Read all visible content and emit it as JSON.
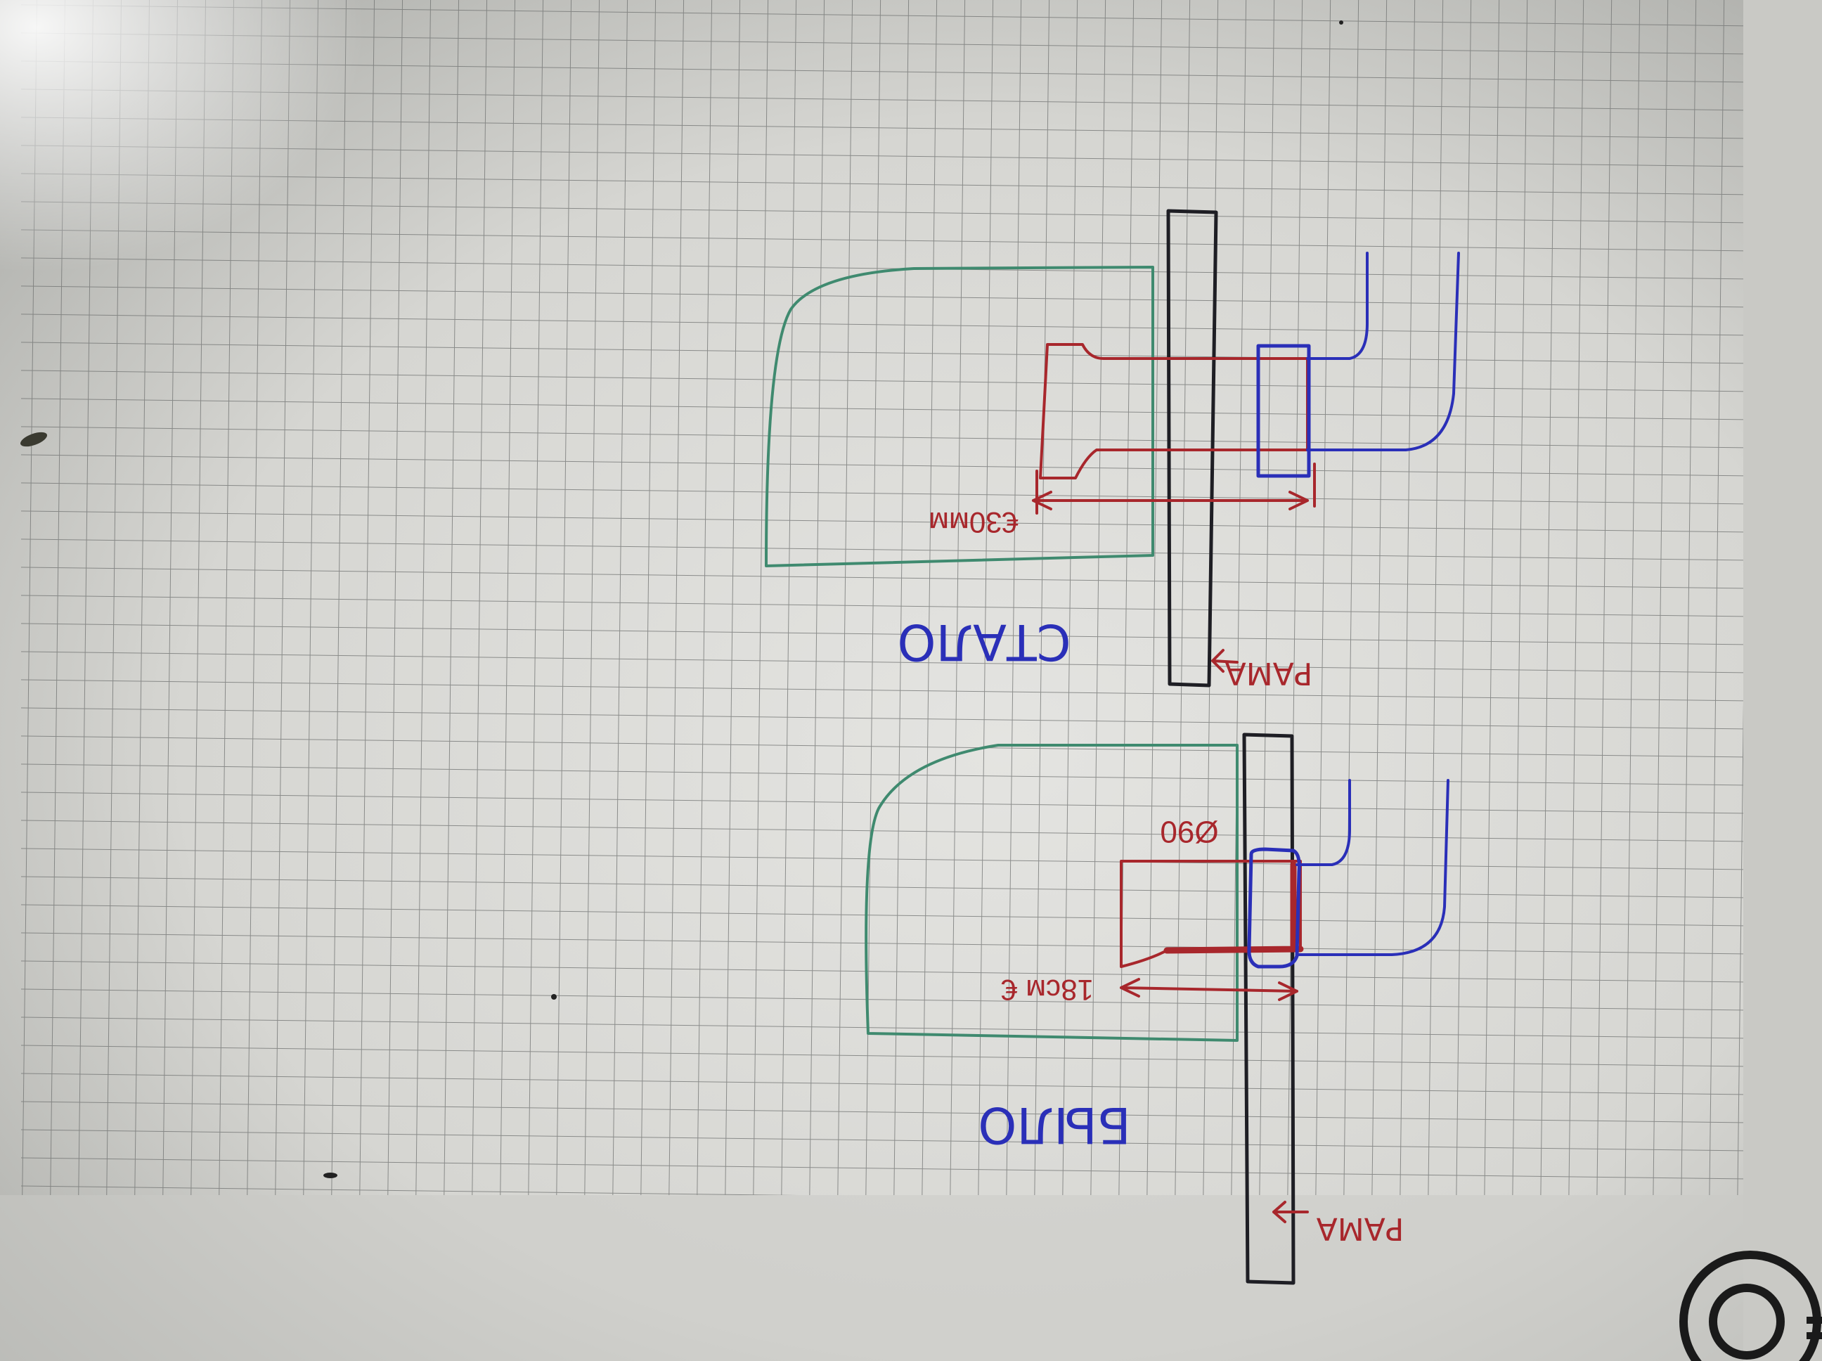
{
  "sketch": {
    "top_diagram": {
      "heading": "СТАЛО",
      "frame_label": "РАМА",
      "dimension_label": "€30мм"
    },
    "bottom_diagram": {
      "heading": "БЫЛО",
      "frame_label": "РАМА",
      "diameter_label": "Ø90",
      "dimension_label": "18см €"
    },
    "colors": {
      "paper": "#dcdcd8",
      "grid": "#6f7170",
      "ink_black": "#1e1e24",
      "ink_red": "#a8272c",
      "ink_blue": "#2a2fb8",
      "ink_green": "#3f8a6f"
    },
    "logo": {
      "name": "circular-logo"
    }
  }
}
